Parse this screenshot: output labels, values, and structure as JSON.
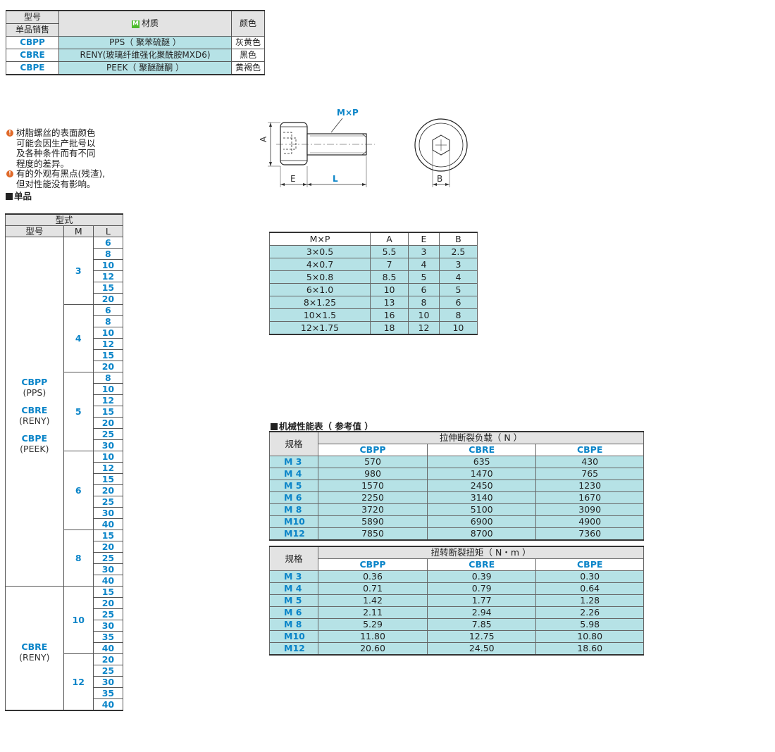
{
  "material_table": {
    "hdr_model": "型号",
    "hdr_single": "单品销售",
    "hdr_badge": "M",
    "hdr_material": "材质",
    "hdr_color": "颜色",
    "rows": [
      {
        "model": "CBPP",
        "material": "PPS（ 聚苯硫醚 ）",
        "color": "灰黄色"
      },
      {
        "model": "CBRE",
        "material": "RENY(玻璃纤维强化聚酰胺MXD6)",
        "color": "黑色"
      },
      {
        "model": "CBPE",
        "material": "PEEK（ 聚醚醚酮 ）",
        "color": "黄褐色"
      }
    ]
  },
  "notes": {
    "badge": "!",
    "note1_lines": [
      "树脂螺丝的表面颜色",
      "可能会因生产批号以",
      "及各种条件而有不同",
      "程度的差异。"
    ],
    "note2_lines": [
      "有的外观有黑点(残渣),",
      "但对性能没有影响。"
    ]
  },
  "single": {
    "title": "单品",
    "hdr_form": "型式",
    "hdr_model": "型号",
    "hdr_m": "M",
    "hdr_l": "L",
    "groups": [
      {
        "labels": [
          [
            "CBPP",
            "(PPS)"
          ],
          [
            "CBRE",
            "(RENY)"
          ],
          [
            "CBPE",
            "(PEEK)"
          ]
        ],
        "sizes": [
          {
            "m": "3",
            "l": [
              "6",
              "8",
              "10",
              "12",
              "15",
              "20"
            ]
          },
          {
            "m": "4",
            "l": [
              "6",
              "8",
              "10",
              "12",
              "15",
              "20"
            ]
          },
          {
            "m": "5",
            "l": [
              "8",
              "10",
              "12",
              "15",
              "20",
              "25",
              "30"
            ]
          },
          {
            "m": "6",
            "l": [
              "10",
              "12",
              "15",
              "20",
              "25",
              "30",
              "40"
            ]
          },
          {
            "m": "8",
            "l": [
              "15",
              "20",
              "25",
              "30",
              "40"
            ]
          }
        ]
      },
      {
        "labels": [
          [
            "CBRE",
            "(RENY)"
          ]
        ],
        "sizes": [
          {
            "m": "10",
            "l": [
              "15",
              "20",
              "25",
              "30",
              "35",
              "40"
            ]
          },
          {
            "m": "12",
            "l": [
              "20",
              "25",
              "30",
              "35",
              "40"
            ]
          }
        ]
      }
    ]
  },
  "diagram": {
    "mxp": "M×P",
    "a": "A",
    "e": "E",
    "l": "L",
    "b": "B"
  },
  "dim_table": {
    "headers": [
      "M×P",
      "A",
      "E",
      "B"
    ],
    "rows": [
      [
        "3×0.5",
        "5.5",
        "3",
        "2.5"
      ],
      [
        "4×0.7",
        "7",
        "4",
        "3"
      ],
      [
        "5×0.8",
        "8.5",
        "5",
        "4"
      ],
      [
        "6×1.0",
        "10",
        "6",
        "5"
      ],
      [
        "8×1.25",
        "13",
        "8",
        "6"
      ],
      [
        "10×1.5",
        "16",
        "10",
        "8"
      ],
      [
        "12×1.75",
        "18",
        "12",
        "10"
      ]
    ]
  },
  "perf": {
    "title": "机械性能表（ 参考值 ）",
    "spec_label": "规格",
    "tensile": {
      "title": "拉伸断裂负载（ N ）",
      "cols": [
        "CBPP",
        "CBRE",
        "CBPE"
      ],
      "rows": [
        [
          "M 3",
          "570",
          "635",
          "430"
        ],
        [
          "M 4",
          "980",
          "1470",
          "765"
        ],
        [
          "M 5",
          "1570",
          "2450",
          "1230"
        ],
        [
          "M 6",
          "2250",
          "3140",
          "1670"
        ],
        [
          "M 8",
          "3720",
          "5100",
          "3090"
        ],
        [
          "M10",
          "5890",
          "6900",
          "4900"
        ],
        [
          "M12",
          "7850",
          "8700",
          "7360"
        ]
      ]
    },
    "torque": {
      "title": "扭转断裂扭矩（ N・m ）",
      "cols": [
        "CBPP",
        "CBRE",
        "CBPE"
      ],
      "rows": [
        [
          "M 3",
          "0.36",
          "0.39",
          "0.30"
        ],
        [
          "M 4",
          "0.71",
          "0.79",
          "0.64"
        ],
        [
          "M 5",
          "1.42",
          "1.77",
          "1.28"
        ],
        [
          "M 6",
          "2.11",
          "2.94",
          "2.26"
        ],
        [
          "M 8",
          "5.29",
          "7.85",
          "5.98"
        ],
        [
          "M10",
          "11.80",
          "12.75",
          "10.80"
        ],
        [
          "M12",
          "20.60",
          "24.50",
          "18.60"
        ]
      ]
    }
  }
}
